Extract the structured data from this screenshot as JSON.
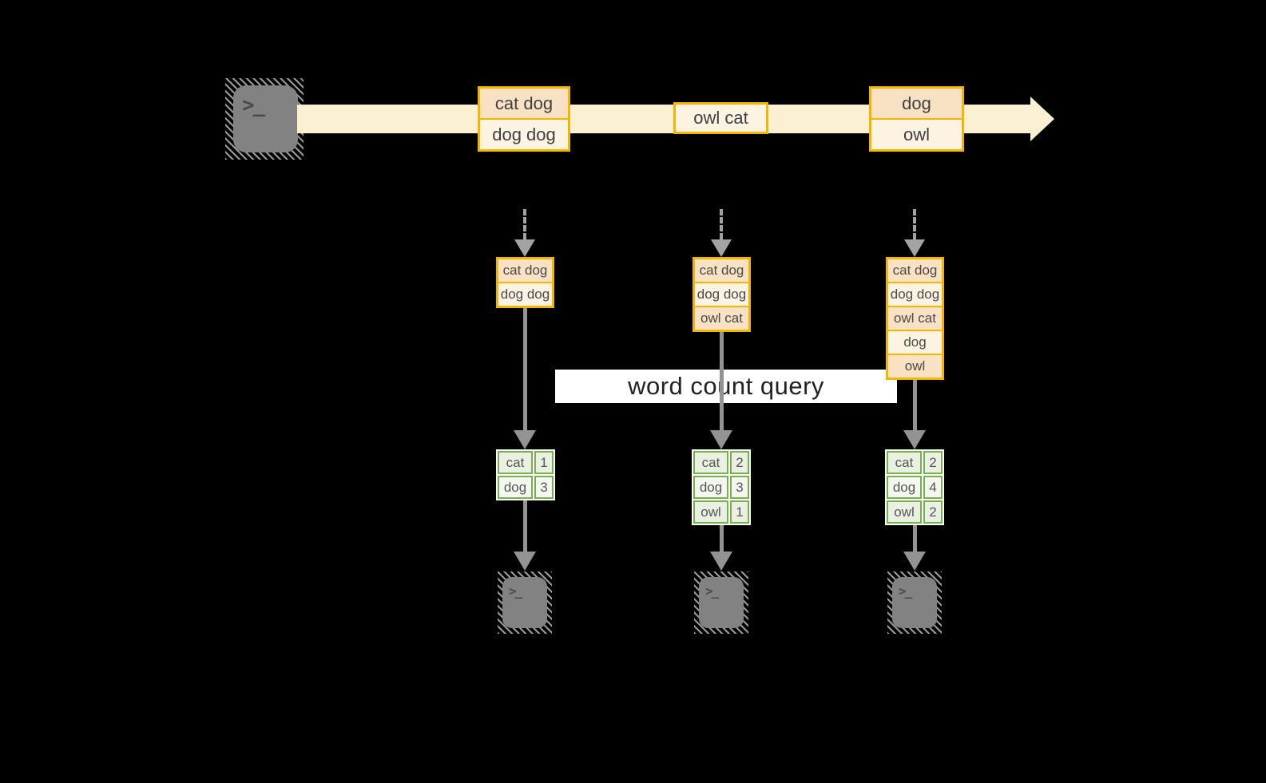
{
  "terminal_glyph": ">_",
  "source": {
    "icon": "terminal-icon"
  },
  "stream": {
    "events": [
      {
        "lines": [
          "cat dog",
          "dog dog"
        ]
      },
      {
        "lines": [
          "owl cat"
        ]
      },
      {
        "lines": [
          "dog",
          "owl"
        ]
      }
    ]
  },
  "states": [
    {
      "lines": [
        "cat dog",
        "dog dog"
      ]
    },
    {
      "lines": [
        "cat dog",
        "dog dog",
        "owl cat"
      ]
    },
    {
      "lines": [
        "cat dog",
        "dog dog",
        "owl cat",
        "dog",
        "owl"
      ]
    }
  ],
  "query": {
    "label": "word count query"
  },
  "results": [
    {
      "rows": [
        [
          "cat",
          "1"
        ],
        [
          "dog",
          "3"
        ]
      ]
    },
    {
      "rows": [
        [
          "cat",
          "2"
        ],
        [
          "dog",
          "3"
        ],
        [
          "owl",
          "1"
        ]
      ]
    },
    {
      "rows": [
        [
          "cat",
          "2"
        ],
        [
          "dog",
          "4"
        ],
        [
          "owl",
          "2"
        ]
      ]
    }
  ],
  "colors": {
    "background": "#000000",
    "stream_band": "#fbf0d2",
    "box_border": "#f2b500",
    "box_fill_peach": "#f9e1c4",
    "box_fill_cream": "#fdf3e3",
    "table_border": "#77b14e",
    "table_fill": "#eaf0e2",
    "table_fill_alt": "#f4f7f0",
    "arrow_gray": "#9a9a9a",
    "query_banner": "#ffffff",
    "terminal_gray": "#828282"
  }
}
